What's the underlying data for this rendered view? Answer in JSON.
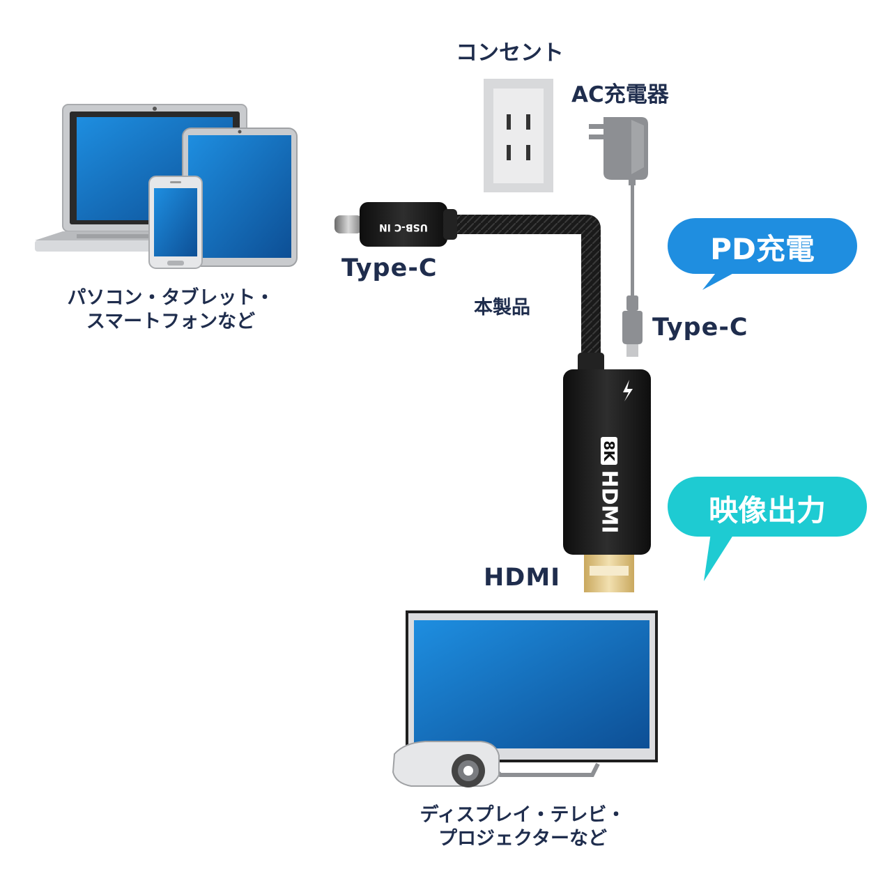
{
  "labels": {
    "outlet": "コンセント",
    "ac_charger": "AC充電器",
    "devices_line1": "パソコン・タブレット・",
    "devices_line2": "スマートフォンなど",
    "usb_c_in": "Type-C",
    "product": "本製品",
    "pd_type_c": "Type-C",
    "hdmi": "HDMI",
    "displays_line1": "ディスプレイ・テレビ・",
    "displays_line2": "プロジェクターなど"
  },
  "plug_markings": {
    "usb_c": "USB-C IN",
    "resolution": "8K",
    "hdmi": "HDMI"
  },
  "bubbles": {
    "pd": {
      "text": "PD充電",
      "color": "#1f8ee0"
    },
    "video": {
      "text": "映像出力",
      "color": "#1ecbd2"
    }
  },
  "colors": {
    "text": "#1f2d4d",
    "screen_blue": "#1a6fc0",
    "cable_black": "#1c1c1c",
    "charger_gray": "#8d8f93",
    "hdmi_gold": "#e3c98a"
  }
}
